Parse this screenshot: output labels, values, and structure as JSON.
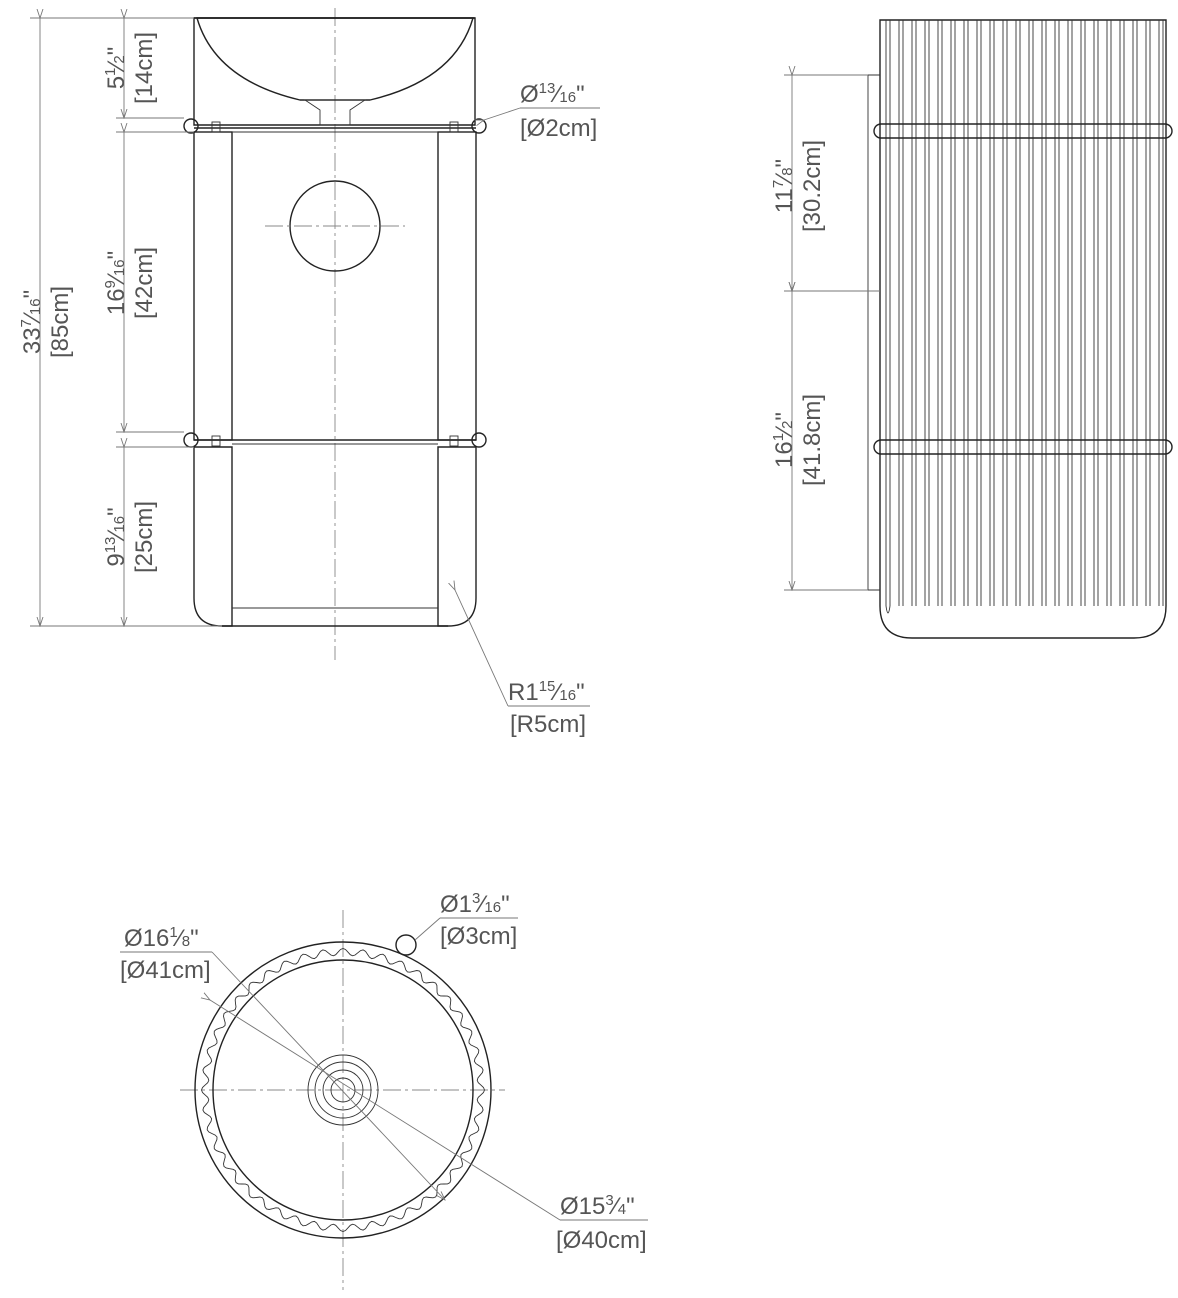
{
  "side_section": {
    "overall_height": {
      "whole": "33",
      "num": "7",
      "den": "16",
      "metric": "[85cm]"
    },
    "top_height": {
      "whole": "5",
      "num": "1",
      "den": "2",
      "metric": "[14cm]"
    },
    "middle_height": {
      "whole": "16",
      "num": "9",
      "den": "16",
      "metric": "[42cm]"
    },
    "bottom_height": {
      "whole": "9",
      "num": "13",
      "den": "16",
      "metric": "[25cm]"
    },
    "pin_diameter": {
      "prefix": "Ø",
      "num": "13",
      "den": "16",
      "metric": "[Ø2cm]"
    },
    "corner_radius": {
      "whole": "R1",
      "num": "15",
      "den": "16",
      "metric": "[R5cm]"
    }
  },
  "elevation": {
    "upper_height": {
      "whole": "11",
      "num": "7",
      "den": "8",
      "metric": "[30.2cm]"
    },
    "lower_height": {
      "whole": "16",
      "num": "1",
      "den": "2",
      "metric": "[41.8cm]"
    }
  },
  "plan": {
    "outer_diameter": {
      "whole": "Ø16",
      "num": "1",
      "den": "8",
      "metric": "[Ø41cm]"
    },
    "pin_diameter": {
      "whole": "Ø1",
      "num": "3",
      "den": "16",
      "metric": "[Ø3cm]"
    },
    "inner_diameter": {
      "whole": "Ø15",
      "num": "3",
      "den": "4",
      "metric": "[Ø40cm]"
    }
  }
}
